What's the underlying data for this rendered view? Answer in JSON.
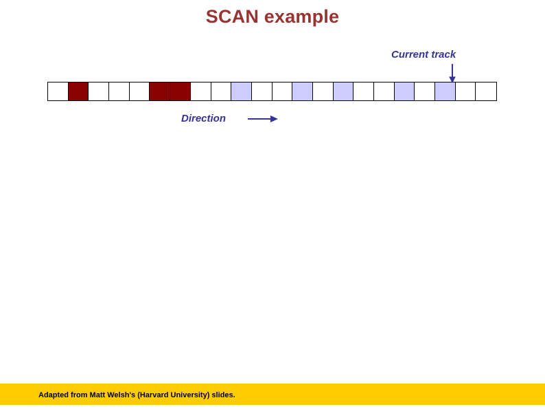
{
  "slide": {
    "title": "SCAN example",
    "title_color": "#993333",
    "background_color": "#FFFFFF"
  },
  "annotations": {
    "current_track": {
      "label": "Current track",
      "color": "#333399",
      "arrow_icon": "arrow-down-icon",
      "points_to_cell_index": 19
    },
    "direction": {
      "label": "Direction",
      "color": "#333399",
      "arrow_icon": "arrow-right-icon",
      "points": "right"
    }
  },
  "track_bar": {
    "cell_count": 22,
    "border_color": "#000000",
    "colors": {
      "empty": "#FFFFFF",
      "pending": "#8B0000",
      "serviced": "#CCCCFF"
    },
    "cells": [
      {
        "index": 0,
        "state": "empty"
      },
      {
        "index": 1,
        "state": "pending"
      },
      {
        "index": 2,
        "state": "empty"
      },
      {
        "index": 3,
        "state": "empty"
      },
      {
        "index": 4,
        "state": "empty"
      },
      {
        "index": 5,
        "state": "pending"
      },
      {
        "index": 6,
        "state": "pending"
      },
      {
        "index": 7,
        "state": "empty"
      },
      {
        "index": 8,
        "state": "empty"
      },
      {
        "index": 9,
        "state": "serviced"
      },
      {
        "index": 10,
        "state": "empty"
      },
      {
        "index": 11,
        "state": "empty"
      },
      {
        "index": 12,
        "state": "serviced"
      },
      {
        "index": 13,
        "state": "empty"
      },
      {
        "index": 14,
        "state": "serviced"
      },
      {
        "index": 15,
        "state": "empty"
      },
      {
        "index": 16,
        "state": "empty"
      },
      {
        "index": 17,
        "state": "serviced"
      },
      {
        "index": 18,
        "state": "empty"
      },
      {
        "index": 19,
        "state": "serviced"
      },
      {
        "index": 20,
        "state": "empty"
      },
      {
        "index": 21,
        "state": "empty"
      }
    ]
  },
  "footer": {
    "note": "Adapted from Matt Welsh's (Harvard University) slides.",
    "background_color": "#FFCC00",
    "text_color": "#000000"
  }
}
